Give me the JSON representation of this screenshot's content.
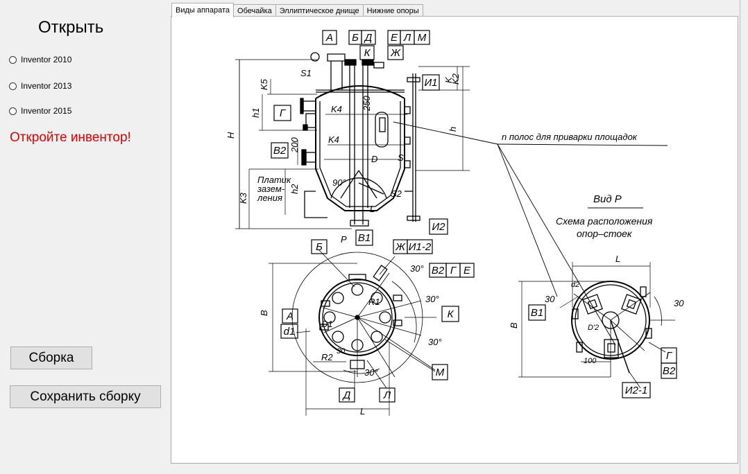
{
  "left": {
    "title": "Открыть",
    "radios": [
      "Inventor 2010",
      "Inventor 2013",
      "Inventor 2015"
    ],
    "warning": "Откройте инвентор!",
    "assembly_button": "Сборка",
    "save_button": "Сохранить сборку"
  },
  "tabs": [
    "Виды аппарата",
    "Обечайка",
    "Эллиптическое днище",
    "Нижние опоры"
  ],
  "drawing": {
    "box_labels": [
      "А",
      "Б",
      "Д",
      "Е",
      "Л",
      "М",
      "К",
      "Ж",
      "И1",
      "Г",
      "В2",
      "И2",
      "В1",
      "Б",
      "Ж",
      "И1-2",
      "В2",
      "Г",
      "Е",
      "А",
      "К",
      "d1",
      "М",
      "Д",
      "Л",
      "В1",
      "Г",
      "В2",
      "И2-1"
    ],
    "text_labels": {
      "strips": "n полос для приварки площадок",
      "view_p": "Вид Р",
      "scheme1": "Схема расположения",
      "scheme2": "опор–стоек",
      "pad1": "Платик",
      "pad2": "зазем-",
      "pad3": "ления",
      "dim_H": "H",
      "dim_h": "h",
      "dim_h1": "h1",
      "dim_h2": "h2",
      "dim_K": "K",
      "dim_K2": "K2",
      "dim_K3": "K3",
      "dim_K4": "K4",
      "dim_K5": "K5",
      "dim_S1": "S1",
      "dim_S2": "S2",
      "dim_S": "S",
      "dim_D": "D",
      "dim_L": "L",
      "dim_250": "250",
      "dim_200": "200",
      "dim_90": "90°",
      "dim_P": "P",
      "dim_B": "B",
      "dim_D1": "D1",
      "dim_R1": "R1",
      "dim_R2": "R2",
      "dim_30a": "30°",
      "dim_30b": "30",
      "dim_100": "100",
      "dim_d2": "d2",
      "dim_D2": "D'2"
    }
  }
}
